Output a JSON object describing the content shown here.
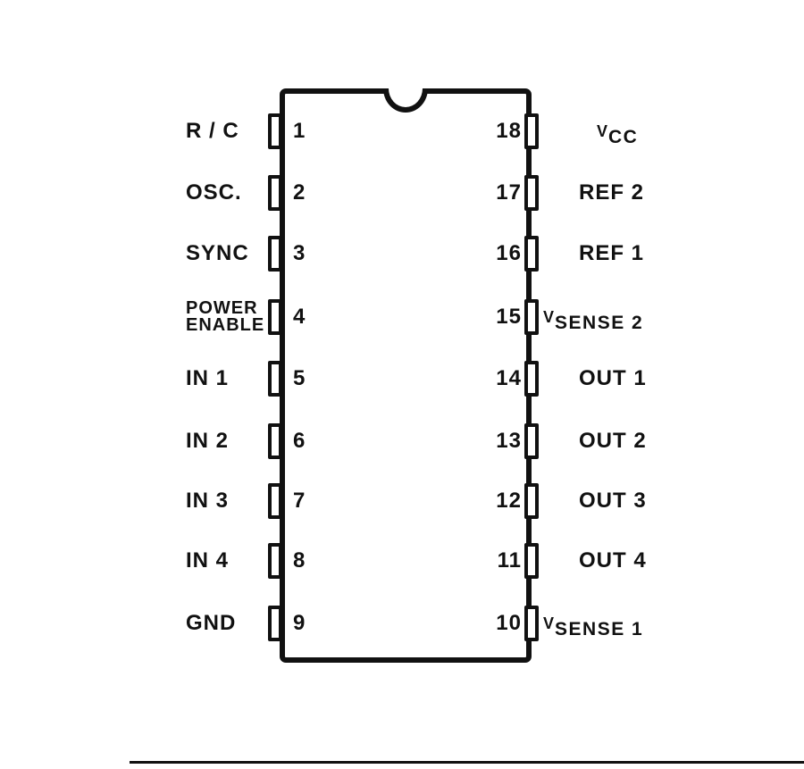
{
  "diagram": {
    "type": "ic-pinout",
    "pin_count": 18
  },
  "ic": {
    "left_pins": [
      {
        "number": "1",
        "label": "R / C"
      },
      {
        "number": "2",
        "label": "OSC."
      },
      {
        "number": "3",
        "label": "SYNC"
      },
      {
        "number": "4",
        "label": "POWER ENABLE",
        "lines": [
          "POWER",
          "ENABLE"
        ]
      },
      {
        "number": "5",
        "label": "IN 1"
      },
      {
        "number": "6",
        "label": "IN 2"
      },
      {
        "number": "7",
        "label": "IN 3"
      },
      {
        "number": "8",
        "label": "IN 4"
      },
      {
        "number": "9",
        "label": "GND"
      }
    ],
    "right_pins": [
      {
        "number": "18",
        "label": "VCC",
        "v_label": {
          "v": "V",
          "rest": "CC"
        }
      },
      {
        "number": "17",
        "label": "REF 2"
      },
      {
        "number": "16",
        "label": "REF 1"
      },
      {
        "number": "15",
        "label": "VSENSE 2",
        "v_label": {
          "v": "V",
          "rest": "SENSE 2"
        }
      },
      {
        "number": "14",
        "label": "OUT 1"
      },
      {
        "number": "13",
        "label": "OUT 2"
      },
      {
        "number": "12",
        "label": "OUT 3"
      },
      {
        "number": "11",
        "label": "OUT 4"
      },
      {
        "number": "10",
        "label": "VSENSE 1",
        "v_label": {
          "v": "V",
          "rest": "SENSE 1"
        }
      }
    ]
  },
  "colors": {
    "ink": "#111111",
    "paper": "#ffffff"
  }
}
